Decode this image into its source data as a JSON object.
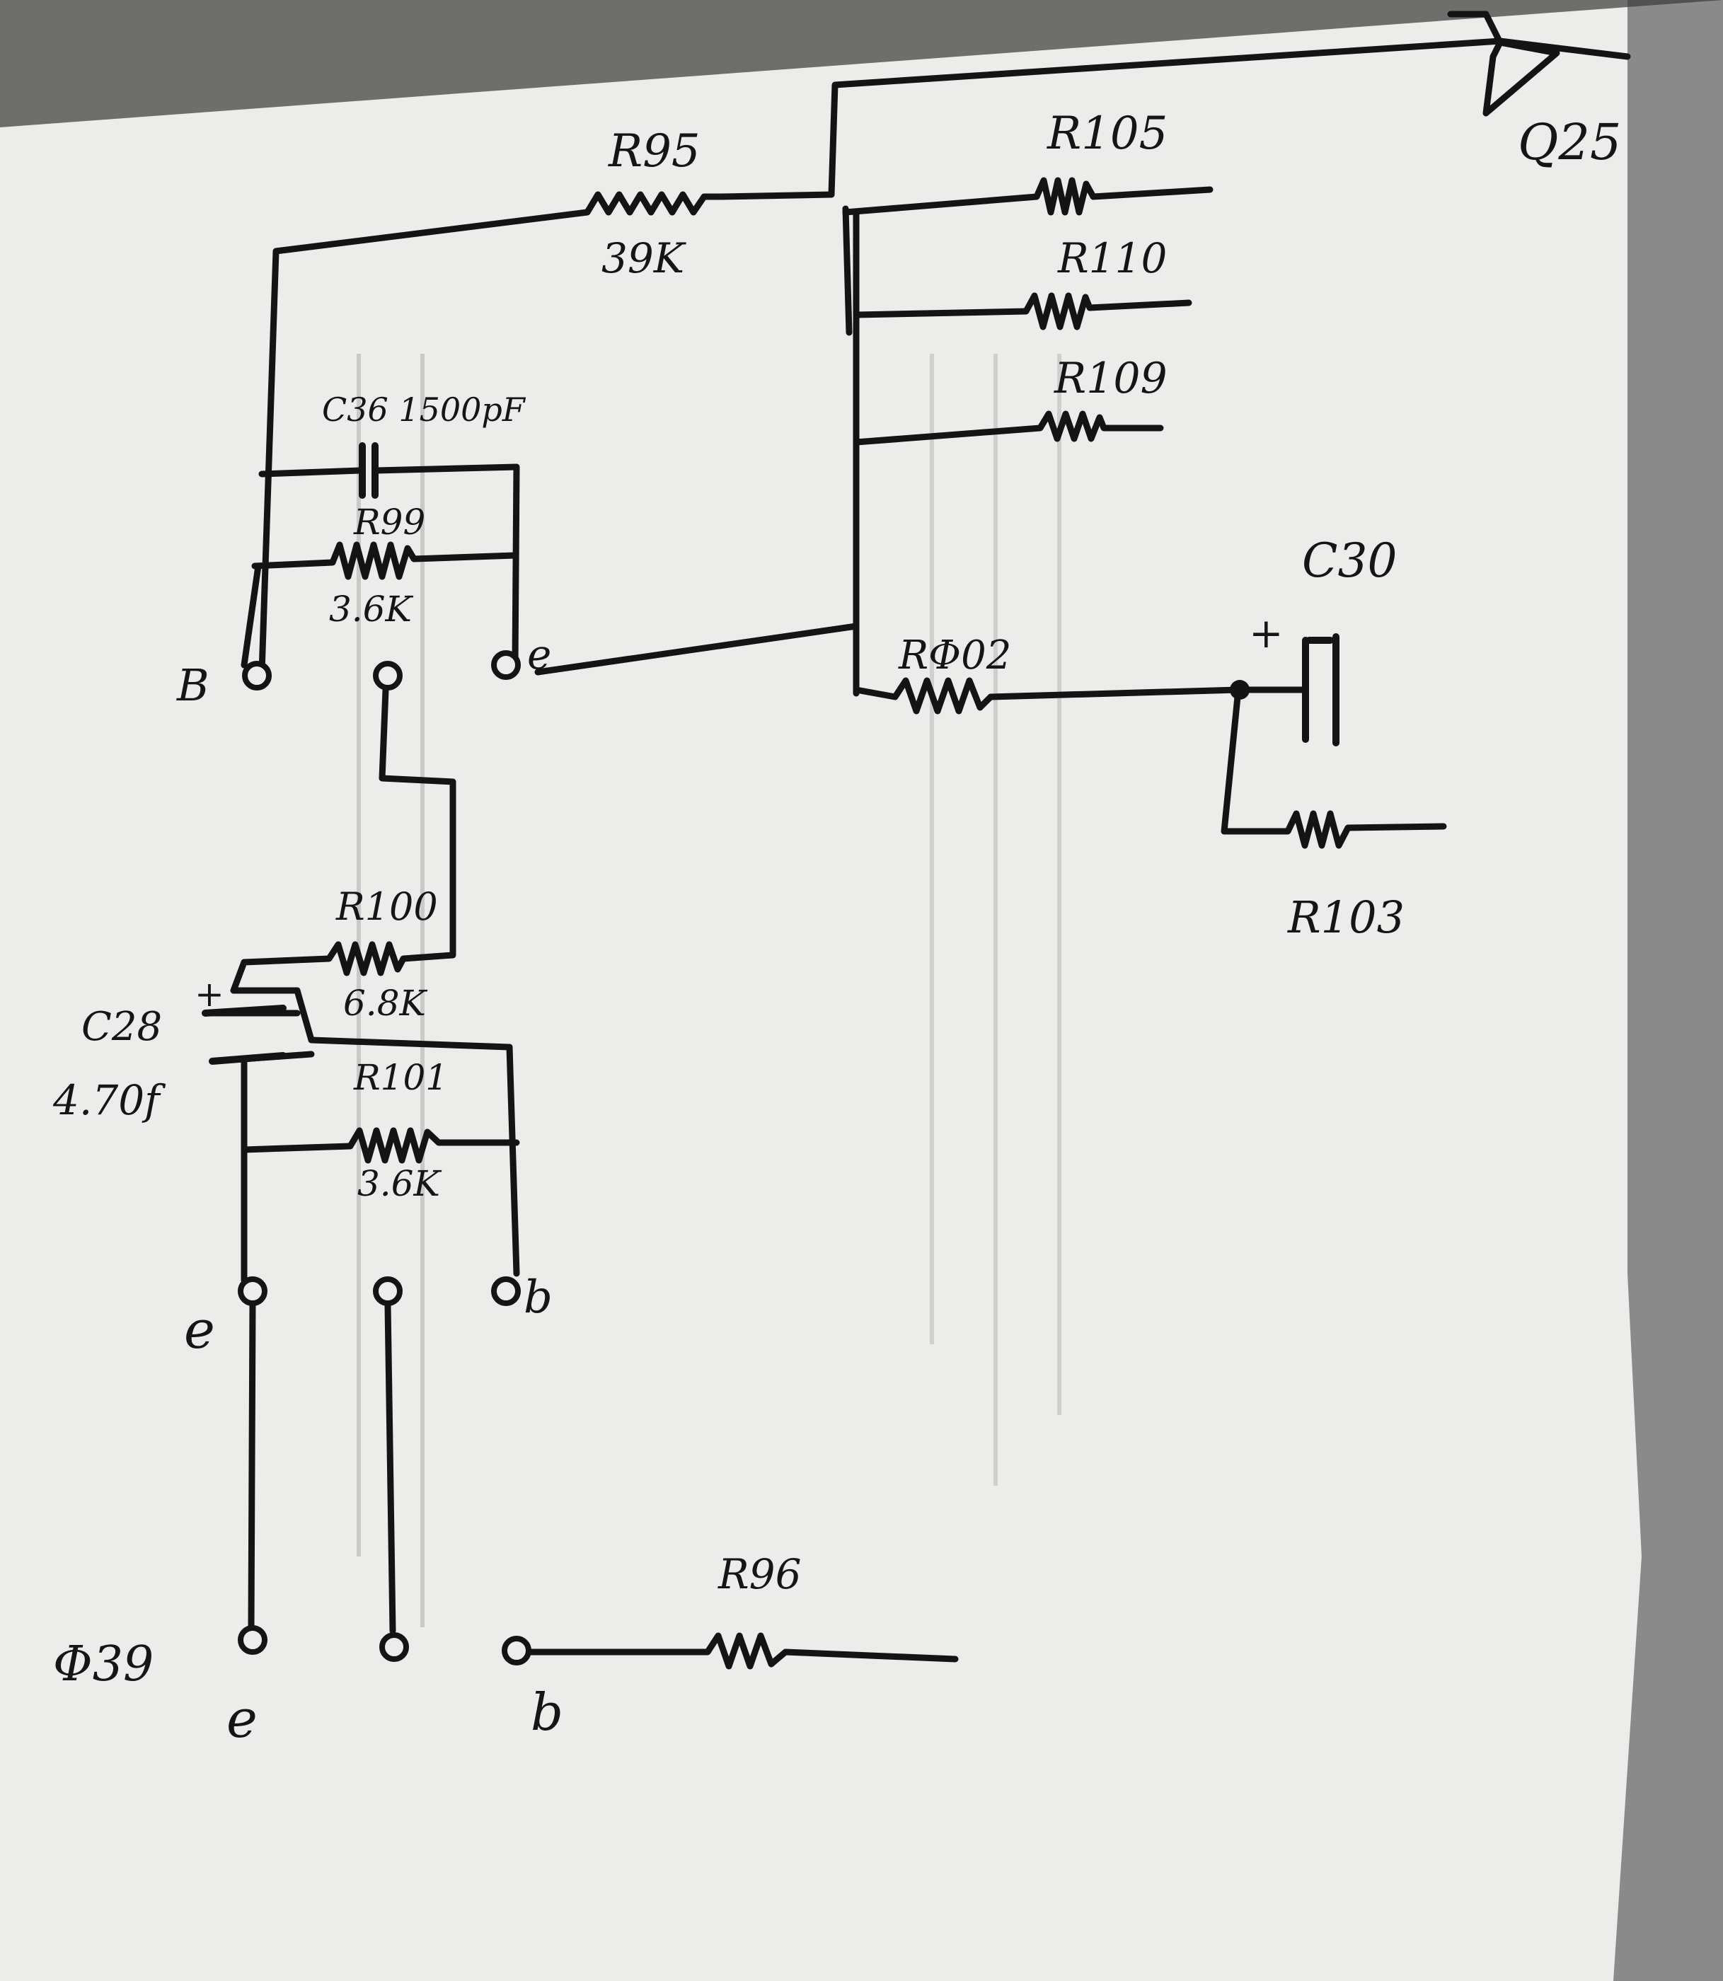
{
  "labels": {
    "r95": "R95",
    "r95_value": "39K",
    "r105": "R105",
    "r110": "R110",
    "r109": "R109",
    "q25": "Q25",
    "c36": "C36 1500pF",
    "r99": "R99",
    "r99_value": "3.6K",
    "c30": "C30",
    "c30_plus": "+",
    "r102": "RΦ02",
    "r103": "R103",
    "r100": "R100",
    "r100_value": "6.8K",
    "c28": "C28",
    "c28_value": "4.70f",
    "c28_plus": "+",
    "r101": "R101",
    "r101_value": "3.6K",
    "r96": "R96",
    "q39": "Φ39",
    "b_top": "B",
    "e_top": "e",
    "e_mid": "e",
    "b_mid": "b",
    "e_bot": "e",
    "b_bot": "b"
  },
  "colors": {
    "ink": "#141414",
    "paper": "#ececea",
    "background": "#6e6e6c"
  }
}
